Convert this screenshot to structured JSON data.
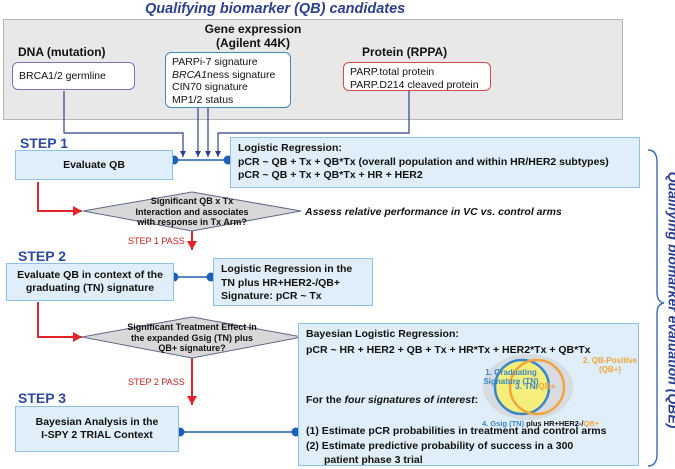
{
  "title": "Qualifying biomarker (QB) candidates",
  "side_title": "Qualifying biomarker evaluation (QBE)",
  "candidates": {
    "dna": {
      "header": "DNA (mutation)",
      "items": [
        "BRCA1/2 germline"
      ]
    },
    "gene": {
      "header": "Gene expression",
      "header_sub": "(Agilent 44K)",
      "items": [
        "PARPi-7 signature",
        "BRCA1",
        "ness signature",
        "CIN70 signature",
        "MP1/2 status"
      ]
    },
    "protein": {
      "header": "Protein (RPPA)",
      "items": [
        "PARP.total protein",
        "PARP.D214 cleaved protein"
      ]
    }
  },
  "steps": {
    "s1": {
      "label": "STEP 1",
      "box": "Evaluate QB"
    },
    "s2": {
      "label": "STEP 2",
      "box": [
        "Evaluate QB in context of the",
        "graduating (TN) signature"
      ]
    },
    "s3": {
      "label": "STEP 3",
      "box": [
        "Bayesian Analysis in the",
        "I-SPY 2 TRIAL Context"
      ]
    }
  },
  "decisions": {
    "d1": [
      "Significant QB x Tx",
      "Interaction and associates",
      "with response in Tx Arm?"
    ],
    "d2": [
      "Significant Treatment Effect in",
      "the expanded Gsig (TN) plus",
      "QB+ signature?"
    ]
  },
  "pass": {
    "p1": "STEP 1 PASS",
    "p2": "STEP 2 PASS"
  },
  "assess": "Assess relative performance in VC vs. control arms",
  "boxes": {
    "lr1": [
      "Logistic Regression:",
      "pCR ~ QB + Tx + QB*Tx (overall population and within HR/HER2 subtypes)",
      "pCR ~ QB + Tx + QB*Tx + HR + HER2"
    ],
    "lr2": [
      "Logistic Regression in the",
      "TN plus HR+HER2-/QB+",
      "Signature: pCR ~ Tx"
    ],
    "bayes": {
      "title": "Bayesian Logistic Regression:",
      "formula": "pCR ~ HR + HER2 + QB + Tx + HR*Tx + HER2*Tx  + QB*Tx",
      "for_prefix": "For the ",
      "for_italic": "four signatures of interest",
      "for_suffix": ":",
      "item1": "(1) Estimate pCR probabilities in treatment and control arms",
      "item2a": "(2) Estimate predictive probability of success in a 300",
      "item2b": "patient phase 3 trial"
    }
  },
  "venn": {
    "label1": [
      "1. Graduating",
      "Signature (TN)"
    ],
    "label2": [
      "2. QB-Positive",
      "(QB+)"
    ],
    "label3_a": "3. TN/",
    "label3_b": "QB+",
    "label4_a": "4. Gsig (TN)",
    "label4_b": " plus HR+HER2-/",
    "label4_c": "QB+"
  },
  "colors": {
    "title_blue": "#2b3f93",
    "step_blue": "#2b4aa6",
    "arrow_red": "#e3242b",
    "dot_blue": "#1f5fb5",
    "box_fill": "#dfeef8",
    "venn_yellow": "#f4ef7a",
    "venn_orange": "#f2a53a",
    "venn_blue": "#3a86c8"
  }
}
